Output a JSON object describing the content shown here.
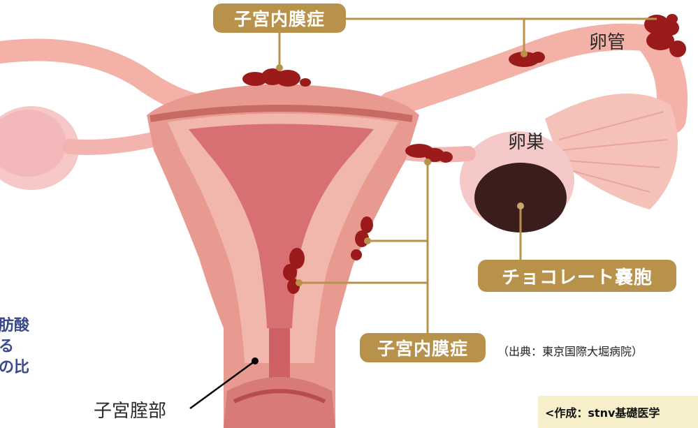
{
  "labels": {
    "endometriosis_top": "子宮内膜症",
    "endometriosis_bottom": "子宮内膜症",
    "fallopian_tube": "卵管",
    "ovary": "卵巣",
    "chocolate_cyst": "チョコレート嚢胞",
    "cervix": "子宮腟部"
  },
  "source": "（出典：東京国際大堀病院）",
  "side_text": [
    "肪酸",
    "る",
    "の比"
  ],
  "credit": "<作成：stnv基礎医学",
  "colors": {
    "label_pill": "#b8924a",
    "uterus": "#e6948a",
    "lesion": "#9b1b1b",
    "cyst": "#3a1e1c"
  }
}
